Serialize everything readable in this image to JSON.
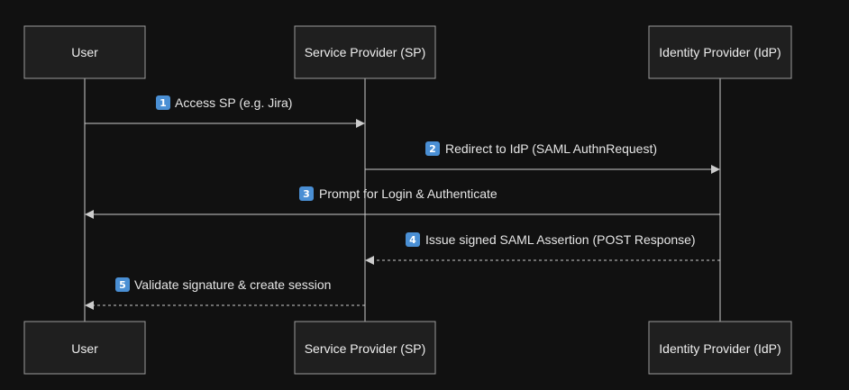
{
  "colors": {
    "background": "#111111",
    "actor_fill": "#1f1f1f",
    "actor_stroke": "#9a9a9a",
    "lifeline": "#cccccc",
    "arrow": "#cccccc",
    "badge": "#4a8fd4"
  },
  "actors": [
    {
      "id": "user",
      "label": "User"
    },
    {
      "id": "sp",
      "label": "Service Provider (SP)"
    },
    {
      "id": "idp",
      "label": "Identity Provider (IdP)"
    }
  ],
  "messages": [
    {
      "number": "1",
      "text": "Access SP (e.g. Jira)",
      "from": "user",
      "to": "sp",
      "style": "solid"
    },
    {
      "number": "2",
      "text": "Redirect to IdP (SAML AuthnRequest)",
      "from": "sp",
      "to": "idp",
      "style": "solid"
    },
    {
      "number": "3",
      "text": "Prompt for Login & Authenticate",
      "from": "idp",
      "to": "user",
      "style": "solid"
    },
    {
      "number": "4",
      "text": "Issue signed SAML Assertion (POST Response)",
      "from": "idp",
      "to": "sp",
      "style": "dashed"
    },
    {
      "number": "5",
      "text": "Validate signature & create session",
      "from": "sp",
      "to": "user",
      "style": "dashed"
    }
  ]
}
